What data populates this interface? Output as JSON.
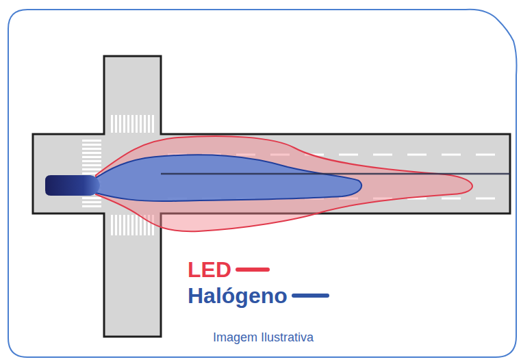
{
  "diagram": {
    "labels": [
      "Imagem Ilustrativa"
    ],
    "legend": [
      {
        "text": "LED"
      },
      {
        "text": "Halógeno"
      }
    ]
  }
}
